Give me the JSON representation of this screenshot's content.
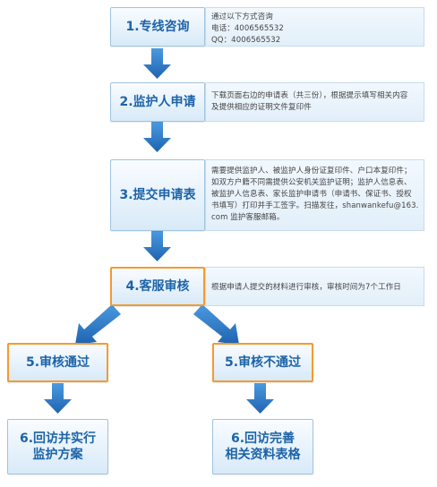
{
  "steps": {
    "s1": "1.专线咨询",
    "s2": "2.监护人申请",
    "s3": "3.提交申请表",
    "s4": "4.客服审核",
    "s5a": "5.审核通过",
    "s5b": "5.审核不通过",
    "s6a": [
      "6.回访并实行",
      "监护方案"
    ],
    "s6b": [
      "6.回访完善",
      "相关资料表格"
    ]
  },
  "panels": {
    "p1": [
      "通过以下方式咨询",
      "电话：4006565532",
      "QQ：4006565532"
    ],
    "p2": [
      "下载页面右边的申请表（共三份），根据提示填写相关内容",
      "及提供相应的证明文件复印件"
    ],
    "p3": [
      "需要提供监护人、被监护人身份证复印件、户口本复印件；",
      "如双方户籍不同需提供公安机关监护证明；监护人信息表、",
      "被监护人信息表、家长监护申请书（申请书、保证书、授权",
      "书填写）打印并手工签字。扫描发往，shanwankefu@163.",
      "com 监护客服邮箱。"
    ],
    "p4": [
      "根据申请人提交的材料进行审核，审核时间为7个工作日"
    ]
  },
  "colors": {
    "box_text": "#1d63a8",
    "box_border": "#9fc4e2",
    "highlight_border": "#f39b2e",
    "arrow": "#2a77c4",
    "panel_bg": "#e2eff9"
  }
}
